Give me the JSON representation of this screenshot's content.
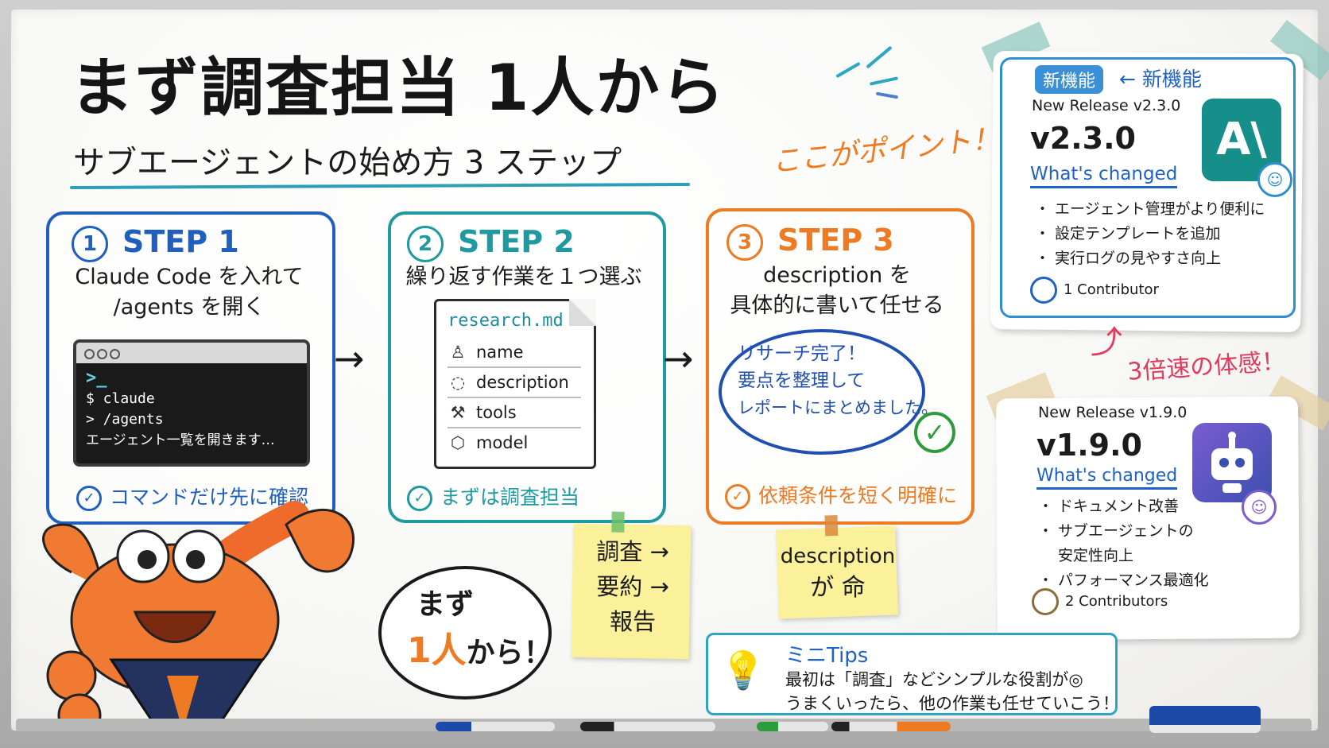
{
  "header": {
    "title": "まず調査担当 1人から",
    "subtitle": "サブエージェントの始め方 3 ステップ",
    "point": "ここがポイント！"
  },
  "steps": [
    {
      "num": "1",
      "label": "STEP 1",
      "desc": [
        "Claude Code を入れて",
        "/agents を開く"
      ],
      "terminal": [
        ">_",
        "$ claude",
        "> /agents",
        "エージェント一覧を開きます…"
      ],
      "foot": "コマンドだけ先に確認",
      "color": "#1f5fbf"
    },
    {
      "num": "2",
      "label": "STEP 2",
      "desc": [
        "繰り返す作業を１つ選ぶ"
      ],
      "doc_title": "research.md",
      "doc_rows": [
        "name",
        "description",
        "tools",
        "model"
      ],
      "foot": "まずは調査担当",
      "color": "#1e9aa0"
    },
    {
      "num": "3",
      "label": "STEP 3",
      "desc": [
        "description を",
        "具体的に書いて任せる"
      ],
      "bubble": [
        "リサーチ完了！",
        "要点を整理して",
        "レポートにまとめました。"
      ],
      "foot": "依頼条件を短く明確に",
      "color": "#ee7a22"
    }
  ],
  "stickies": [
    {
      "lines": [
        "調査 →",
        "要約 →",
        "報告"
      ]
    },
    {
      "lines": [
        "description",
        "が 命"
      ]
    }
  ],
  "speech": {
    "line1": "まず",
    "line2_big": "1人",
    "line2_rest": "から！"
  },
  "releases": [
    {
      "badge": "新機能",
      "badge_note": "← 新機能",
      "release_label": "New Release v2.3.0",
      "version": "v2.3.0",
      "changed": "What's changed",
      "bullets": [
        "・ エージェント管理がより便利に",
        "・ 設定テンプレートを追加",
        "・ 実行ログの見やすさ向上"
      ],
      "contributors": "1 Contributor",
      "logo": "A\\"
    },
    {
      "release_label": "New Release v1.9.0",
      "version": "v1.9.0",
      "changed": "What's changed",
      "bullets": [
        "・ ドキュメント改善",
        "・ サブエージェントの",
        "　 安定性向上",
        "・ パフォーマンス最適化"
      ],
      "contributors": "2 Contributors"
    }
  ],
  "speed_note": "3倍速の体感！",
  "tips": {
    "title": "ミニTips",
    "lines": [
      "最初は「調査」などシンプルな役割が◎",
      "うまくいったら、他の作業も任せていこう！"
    ]
  }
}
